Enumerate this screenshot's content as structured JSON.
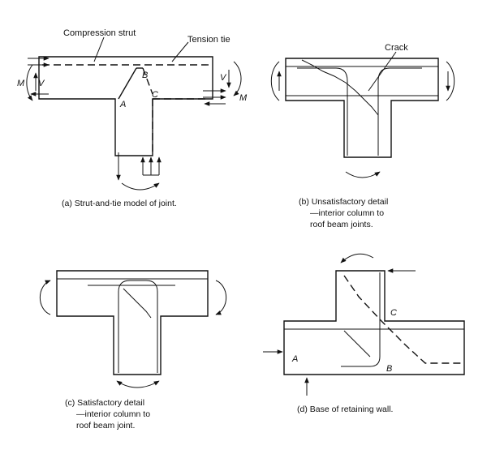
{
  "panel_a": {
    "label_compression_strut": "Compression strut",
    "label_tension_tie": "Tension tie",
    "label_M_left": "M",
    "label_V_left": "V",
    "label_V_right": "V",
    "label_M_right": "M",
    "node_A": "A",
    "node_B": "B",
    "node_C": "C",
    "caption": "(a) Strut-and-tie model of joint."
  },
  "panel_b": {
    "label_crack": "Crack",
    "caption_line1": "(b)  Unsatisfactory detail",
    "caption_line2": "—interior column to",
    "caption_line3": "roof beam joints."
  },
  "panel_c": {
    "caption_line1": "(c)  Satisfactory detail",
    "caption_line2": "—interior column to",
    "caption_line3": "roof beam joint."
  },
  "panel_d": {
    "node_A": "A",
    "node_B": "B",
    "node_C": "C",
    "caption": "(d)  Base of retaining wall."
  }
}
